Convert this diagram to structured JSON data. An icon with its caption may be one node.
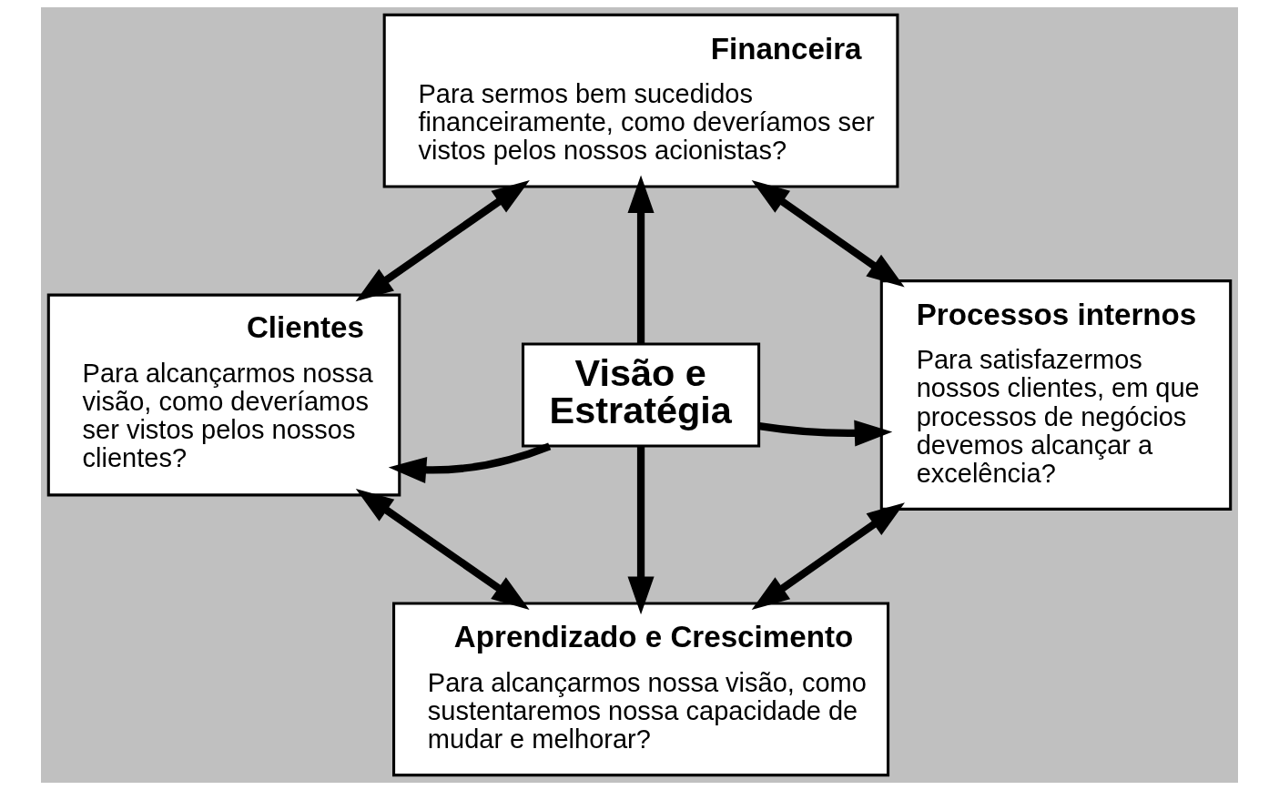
{
  "diagram": {
    "nodes": [
      {
        "text": [
          "Financeira",
          "Para sermos bem sucedidos financeiramente, como deveríamos ser vistos pelos nossos acionistas?"
        ]
      },
      {
        "text": [
          "Clientes",
          "Para alcançarmos nossa visão, como deveríamos ser vistos pelos nossos clientes?"
        ]
      },
      {
        "text": [
          "Visão e Estratégia"
        ]
      },
      {
        "text": [
          "Processos internos",
          "Para satisfazermos nossos clientes, em que processos de negócios devemos alcançar a excelência?"
        ]
      },
      {
        "text": [
          "Aprendizado e Crescimento",
          "Para alcançarmos nossa visão, como sustentaremos nossa capacidade de mudar e melhorar?"
        ]
      }
    ],
    "edges": [
      {
        "from": 1,
        "to": 0,
        "arrow": "both"
      },
      {
        "from": 0,
        "to": 3,
        "arrow": "both"
      },
      {
        "from": 2,
        "to": 0,
        "arrow": "to"
      },
      {
        "from": 2,
        "to": 1,
        "arrow": "to"
      },
      {
        "from": 2,
        "to": 3,
        "arrow": "to"
      },
      {
        "from": 2,
        "to": 4,
        "arrow": "to"
      },
      {
        "from": 1,
        "to": 4,
        "arrow": "both"
      },
      {
        "from": 4,
        "to": 3,
        "arrow": "both"
      }
    ]
  }
}
